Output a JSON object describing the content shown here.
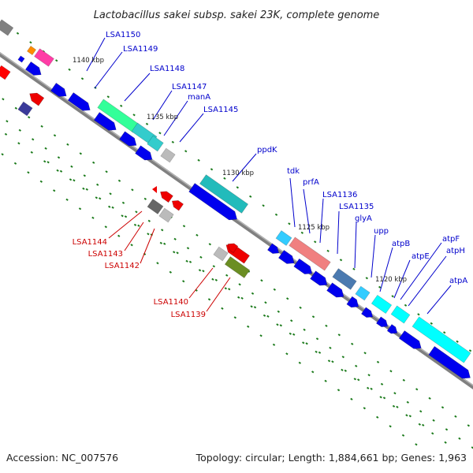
{
  "title": "Lactobacillus sakei subsp. sakei 23K, complete genome",
  "footer": {
    "accession": "Accession: NC_007576",
    "summary": "Topology: circular; Length: 1,884,661 bp; Genes: 1,963"
  },
  "colors": {
    "forward_label": "#0000cc",
    "reverse_label": "#cc0000",
    "backbone": "#808080",
    "tick": "#1a7a1a",
    "forward_gene": "#0000ee",
    "reverse_gene": "#ee0000"
  },
  "scale_labels": [
    "1140 kbp",
    "1135 kbp",
    "1130 kbp",
    "1125 kbp",
    "1120 kbp"
  ],
  "forward_labels": [
    "LSA1150",
    "LSA1149",
    "LSA1148",
    "LSA1147",
    "manA",
    "LSA1145",
    "ppdK",
    "tdk",
    "prfA",
    "LSA1136",
    "LSA1135",
    "glyA",
    "upp",
    "atpB",
    "atpE",
    "atpF",
    "atpH",
    "atpA"
  ],
  "reverse_labels": [
    "LSA1144",
    "LSA1143",
    "LSA1142",
    "LSA1140",
    "LSA1139"
  ]
}
